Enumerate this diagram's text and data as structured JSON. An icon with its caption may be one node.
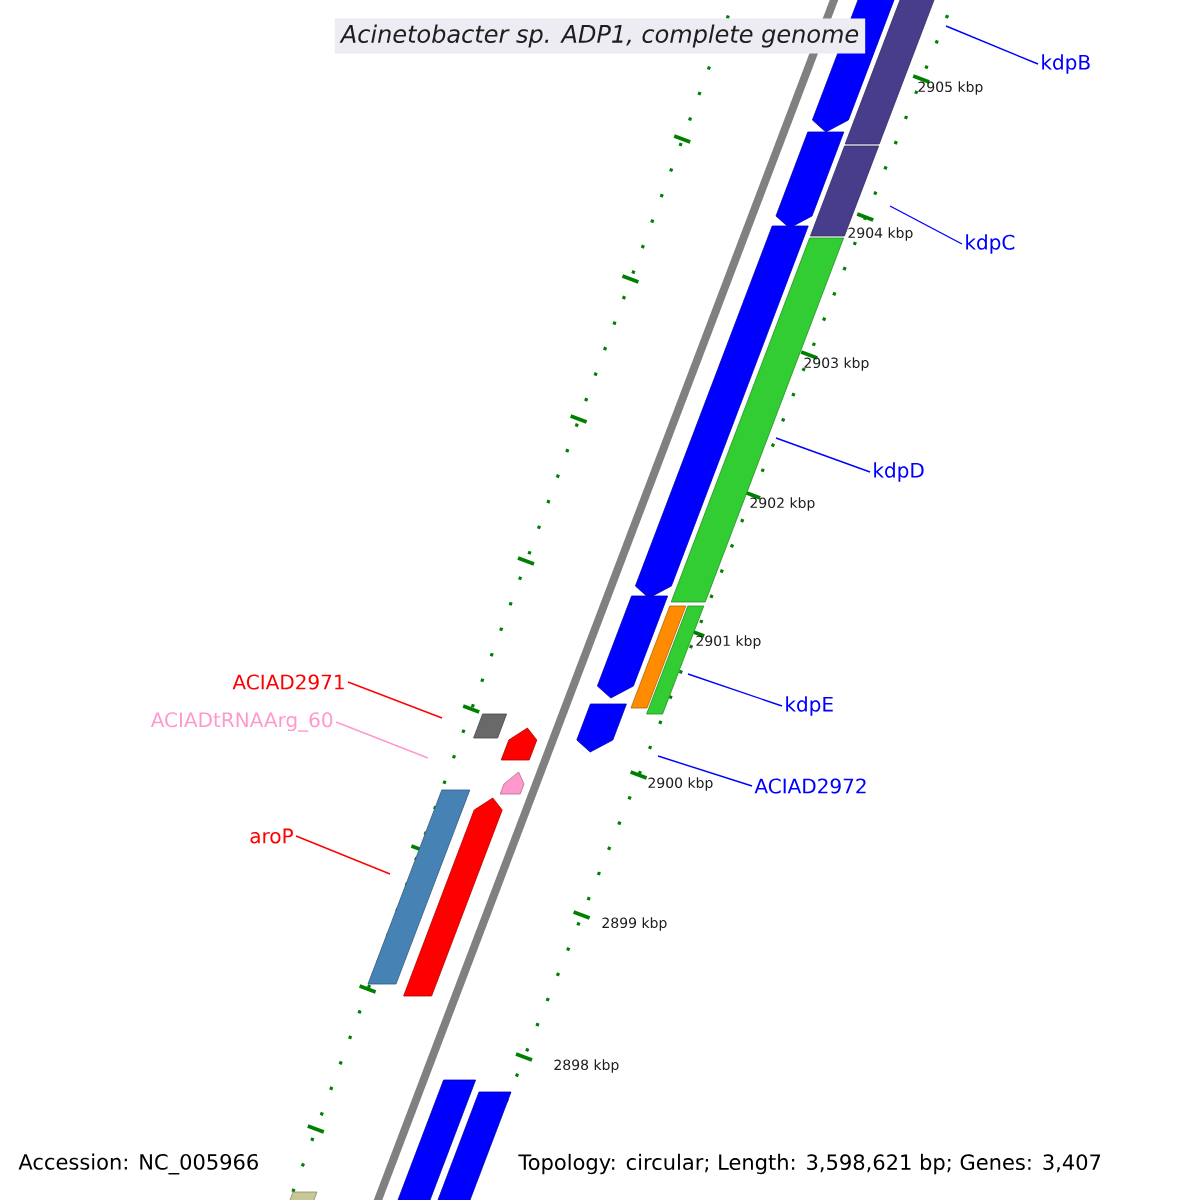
{
  "diagram": {
    "title": "Acinetobacter sp. ADP1, complete genome",
    "nodes": [
      {
        "text": [
          "kdpB"
        ]
      },
      {
        "text": [
          "kdpC"
        ]
      },
      {
        "text": [
          "kdpD"
        ]
      },
      {
        "text": [
          "kdpE"
        ]
      },
      {
        "text": [
          "ACIAD2972"
        ]
      },
      {
        "text": [
          "ACIAD2971"
        ]
      },
      {
        "text": [
          "ACIADtRNAArg_60"
        ]
      },
      {
        "text": [
          "aroP"
        ]
      }
    ],
    "edges": [
      {
        "from": 0,
        "to": null,
        "arrow": "none"
      },
      {
        "from": 1,
        "to": null,
        "arrow": "none"
      },
      {
        "from": 2,
        "to": null,
        "arrow": "none"
      },
      {
        "from": 3,
        "to": null,
        "arrow": "none"
      },
      {
        "from": 4,
        "to": null,
        "arrow": "none"
      },
      {
        "from": 5,
        "to": null,
        "arrow": "none",
        "color": "#ff0000"
      },
      {
        "from": 6,
        "to": null,
        "arrow": "none",
        "color": "#ff99cc"
      },
      {
        "from": 7,
        "to": null,
        "arrow": "none",
        "color": "#ff0000"
      }
    ],
    "labels": [
      "2905 kbp",
      "2904 kbp",
      "2903 kbp",
      "2902 kbp",
      "2901 kbp",
      "2900 kbp",
      "2899 kbp",
      "2898 kbp",
      "Accession: NC_005966",
      "Topology: circular; Length: 3,598,621 bp; Genes: 3,407"
    ]
  }
}
